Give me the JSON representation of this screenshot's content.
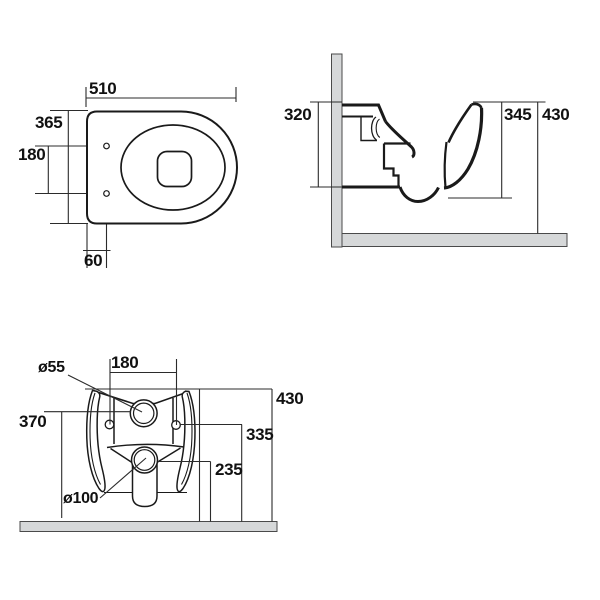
{
  "page": {
    "background": "#ffffff"
  },
  "drawing": {
    "type": "wall-hung-toilet-dimension-diagram",
    "colors": {
      "line": "#1a1a1a",
      "thin_line": "#2b2b2b",
      "panel_gray": "#d6d8d9",
      "text": "#111111"
    },
    "views": {
      "top_view": {
        "name": "plan view",
        "dims": {
          "width": "510",
          "depth": "365",
          "fixing_hole_spacing": "180",
          "edge_to_hole": "60"
        }
      },
      "side_view": {
        "name": "side profile",
        "dims": {
          "rear_body_height": "320",
          "front_body_height": "345",
          "overall_height": "430"
        }
      },
      "rear_view": {
        "name": "rear elevation",
        "dims": {
          "inlet_diameter": "ø55",
          "fixing_hole_spacing": "180",
          "inlet_center_height": "370",
          "overall_height": "430",
          "fixing_hole_height": "335",
          "outlet_center_height": "235",
          "outlet_diameter": "ø100"
        }
      }
    }
  }
}
